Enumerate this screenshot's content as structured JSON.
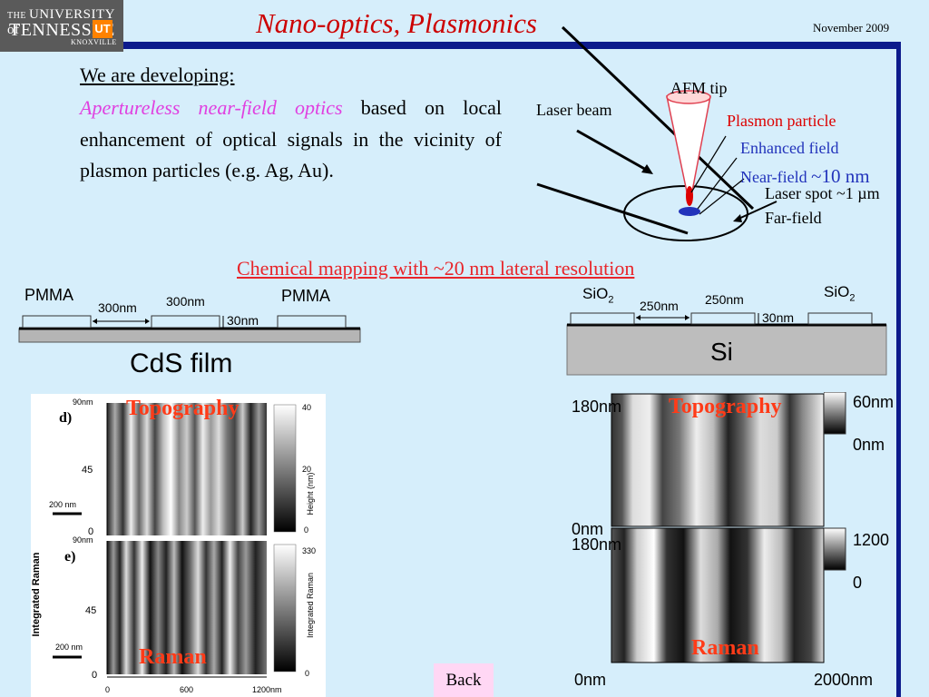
{
  "logo": {
    "line1_small": "THE",
    "line1": "UNIVERSITY of",
    "line2": "TENNESSEE",
    "badge": "UT",
    "line3": "KNOXVILLE"
  },
  "header": {
    "title": "Nano-optics, Plasmonics",
    "date": "November 2009"
  },
  "intro": {
    "heading": "We are developing:",
    "highlight": "Apertureless near-field optics",
    "body": " based on local enhancement of optical signals in the vicinity of plasmon particles (e.g. Ag, Au)."
  },
  "tip_diagram": {
    "afm_tip": "AFM tip",
    "laser_beam": "Laser beam",
    "plasmon_particle": "Plasmon particle",
    "enhanced_field": "Enhanced field",
    "near_field": "Near-field",
    "near_field_value": "~10 nm",
    "laser_spot": "Laser spot ~1 µm",
    "far_field": "Far-field",
    "colors": {
      "plasmon": "#dd0000",
      "field": "#2233bb"
    }
  },
  "mapping_title": "Chemical mapping with ~20 nm lateral resolution",
  "left_sample": {
    "pmma_left": "PMMA",
    "pmma_right": "PMMA",
    "width1": "300nm",
    "width2": "300nm",
    "height": "30nm",
    "film": "CdS film"
  },
  "right_sample": {
    "sio2_left": "SiO",
    "sio2_left_sub": "2",
    "sio2_right": "SiO",
    "sio2_right_sub": "2",
    "width1": "250nm",
    "width2": "250nm",
    "height": "30nm",
    "substrate": "Si"
  },
  "left_images": {
    "topography": "Topography",
    "raman": "Raman",
    "panel_d": "d)",
    "panel_e": "e)",
    "y_top_max": "90nm",
    "y_top_mid": "45",
    "y_top_min": "0",
    "y_bot_max": "90nm",
    "y_bot_mid": "45",
    "y_bot_min": "0",
    "scale_top": "200 nm",
    "scale_bot": "200 nm",
    "cbar_top_max": "40",
    "cbar_top_mid": "20",
    "cbar_top_min": "0",
    "cbar_top_label": "Height (nm)",
    "cbar_bot_max": "330",
    "cbar_bot_min": "0",
    "cbar_bot_label": "Integrated Raman",
    "side_label": "Integrated Raman",
    "x0": "0",
    "x1": "600",
    "x2": "1200nm"
  },
  "right_images": {
    "topography": "Topography",
    "raman": "Raman",
    "y_top": "180nm",
    "y_mid_a": "0nm",
    "y_mid_b": "180nm",
    "topo_max": "60nm",
    "topo_min": "0nm",
    "raman_max": "1200",
    "raman_min": "0",
    "x_min": "0nm",
    "x_max": "2000nm"
  },
  "nav": {
    "back": "Back"
  }
}
